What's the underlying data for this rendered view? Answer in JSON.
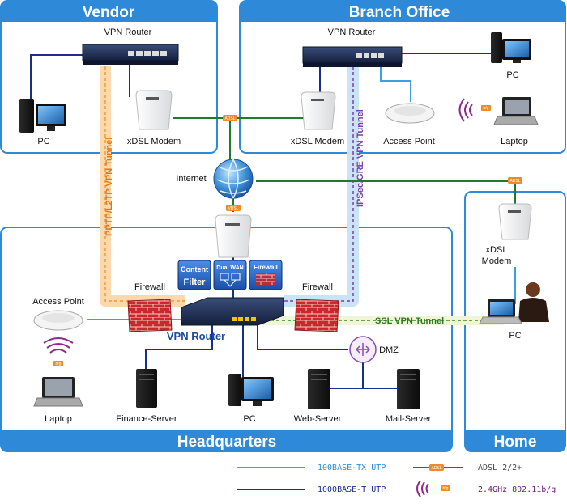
{
  "zones": {
    "vendor": "Vendor",
    "branch": "Branch Office",
    "hq": "Headquarters",
    "home": "Home"
  },
  "devices": {
    "vendor_router": "VPN Router",
    "vendor_pc": "PC",
    "vendor_modem": "xDSL Modem",
    "branch_router": "VPN Router",
    "branch_pc": "PC",
    "branch_modem": "xDSL Modem",
    "branch_ap": "Access Point",
    "branch_laptop": "Laptop",
    "internet": "Internet",
    "home_modem_line1": "xDSL",
    "home_modem_line2": "Modem",
    "home_pc": "PC",
    "hq_router": "VPN Router",
    "firewall_left": "Firewall",
    "firewall_right": "Firewall",
    "hq_ap": "Access Point",
    "hq_laptop": "Laptop",
    "finance_server": "Finance-Server",
    "hq_pc": "PC",
    "web_server": "Web-Server",
    "mail_server": "Mail-Server",
    "dmz": "DMZ"
  },
  "tunnels": {
    "pptp": "PPTP/L2TP VPN Tunnel",
    "ipsec": "IPSec/GRE VPN Tunnel",
    "ssl": "SSL VPN Tunnel"
  },
  "features": {
    "content_line1": "Content",
    "content_line2": "Filter",
    "dualwan": "Dual WAN",
    "firewall": "Firewall"
  },
  "tags": {
    "adsl": "ADSL",
    "vdsl": "VDSL",
    "wifi": "b/g"
  },
  "legend": {
    "fast_ethernet": "100BASE-TX UTP",
    "gigabit": "1000BASE-T UTP",
    "adsl": "ADSL 2/2+",
    "wireless": "2.4GHz 802.11b/g"
  },
  "colors": {
    "zone_header": "#2e8ad8",
    "zone_border": "#2e8ad8",
    "line_fast": "#3aa0e0",
    "line_gigabit": "#1a2f8a",
    "line_adsl": "#1f7a2e",
    "pptp_tunnel": "#f29a2e",
    "ipsec_tunnel": "#7b3fa8",
    "ssl_tunnel": "#3a8a2a",
    "firewall_brick": "#c8282e",
    "wifi_purple": "#8a2a8a"
  }
}
